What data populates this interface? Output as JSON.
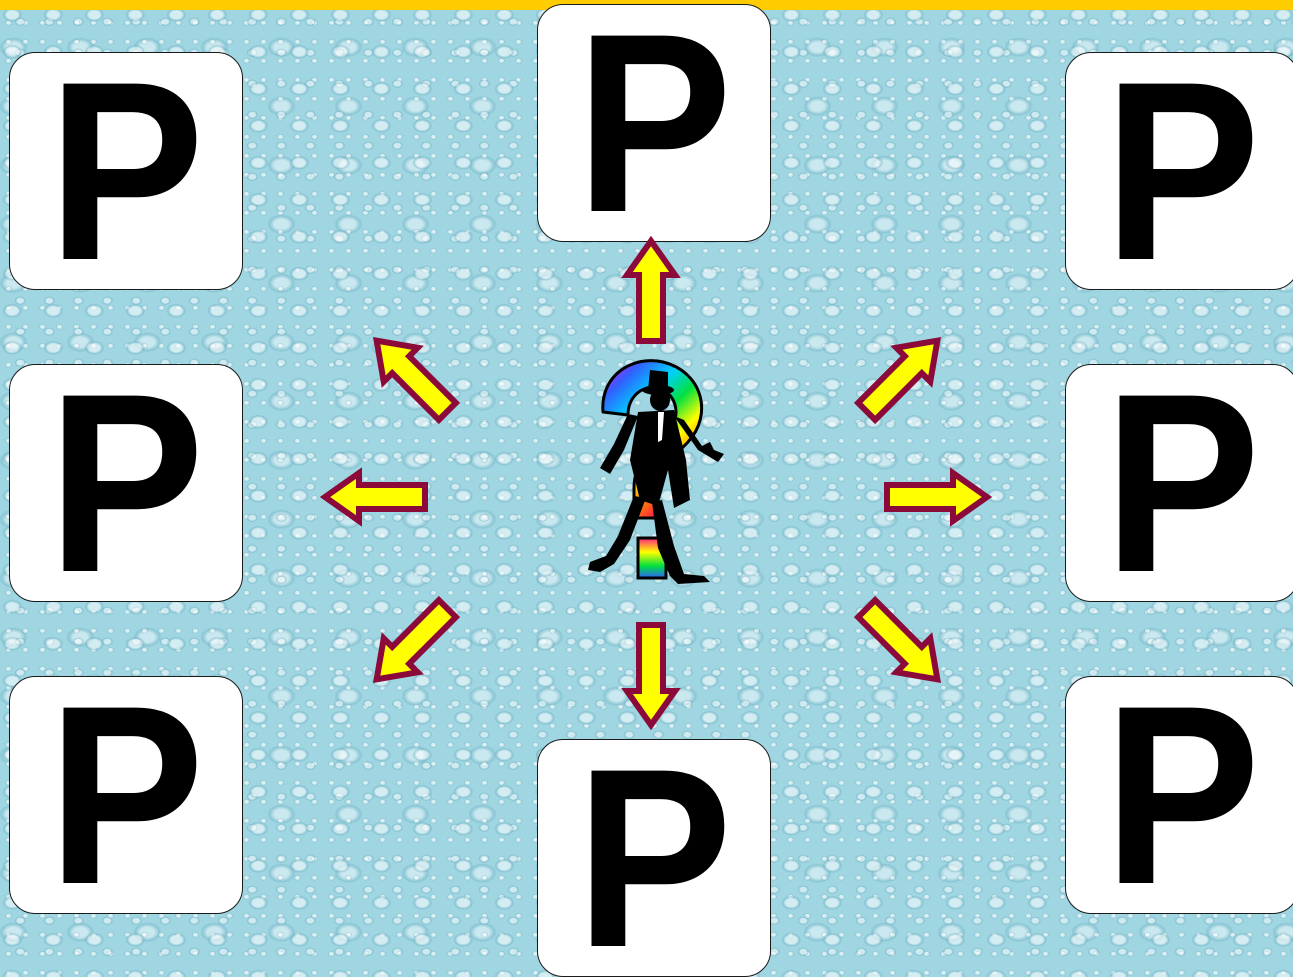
{
  "cards": [
    {
      "id": "top-left",
      "letter": "P"
    },
    {
      "id": "middle-left",
      "letter": "P"
    },
    {
      "id": "bottom-left",
      "letter": "P"
    },
    {
      "id": "top-center",
      "letter": "P"
    },
    {
      "id": "bottom-center",
      "letter": "P"
    },
    {
      "id": "top-right",
      "letter": "P"
    },
    {
      "id": "middle-right",
      "letter": "P"
    },
    {
      "id": "bottom-right",
      "letter": "P"
    }
  ],
  "center": {
    "icon": "question-mark-man-icon"
  },
  "colors": {
    "top_bar": "#ffcc00",
    "arrow_fill": "#ffff00",
    "arrow_stroke": "#8b0a3a",
    "background": "#9fd6e2"
  }
}
